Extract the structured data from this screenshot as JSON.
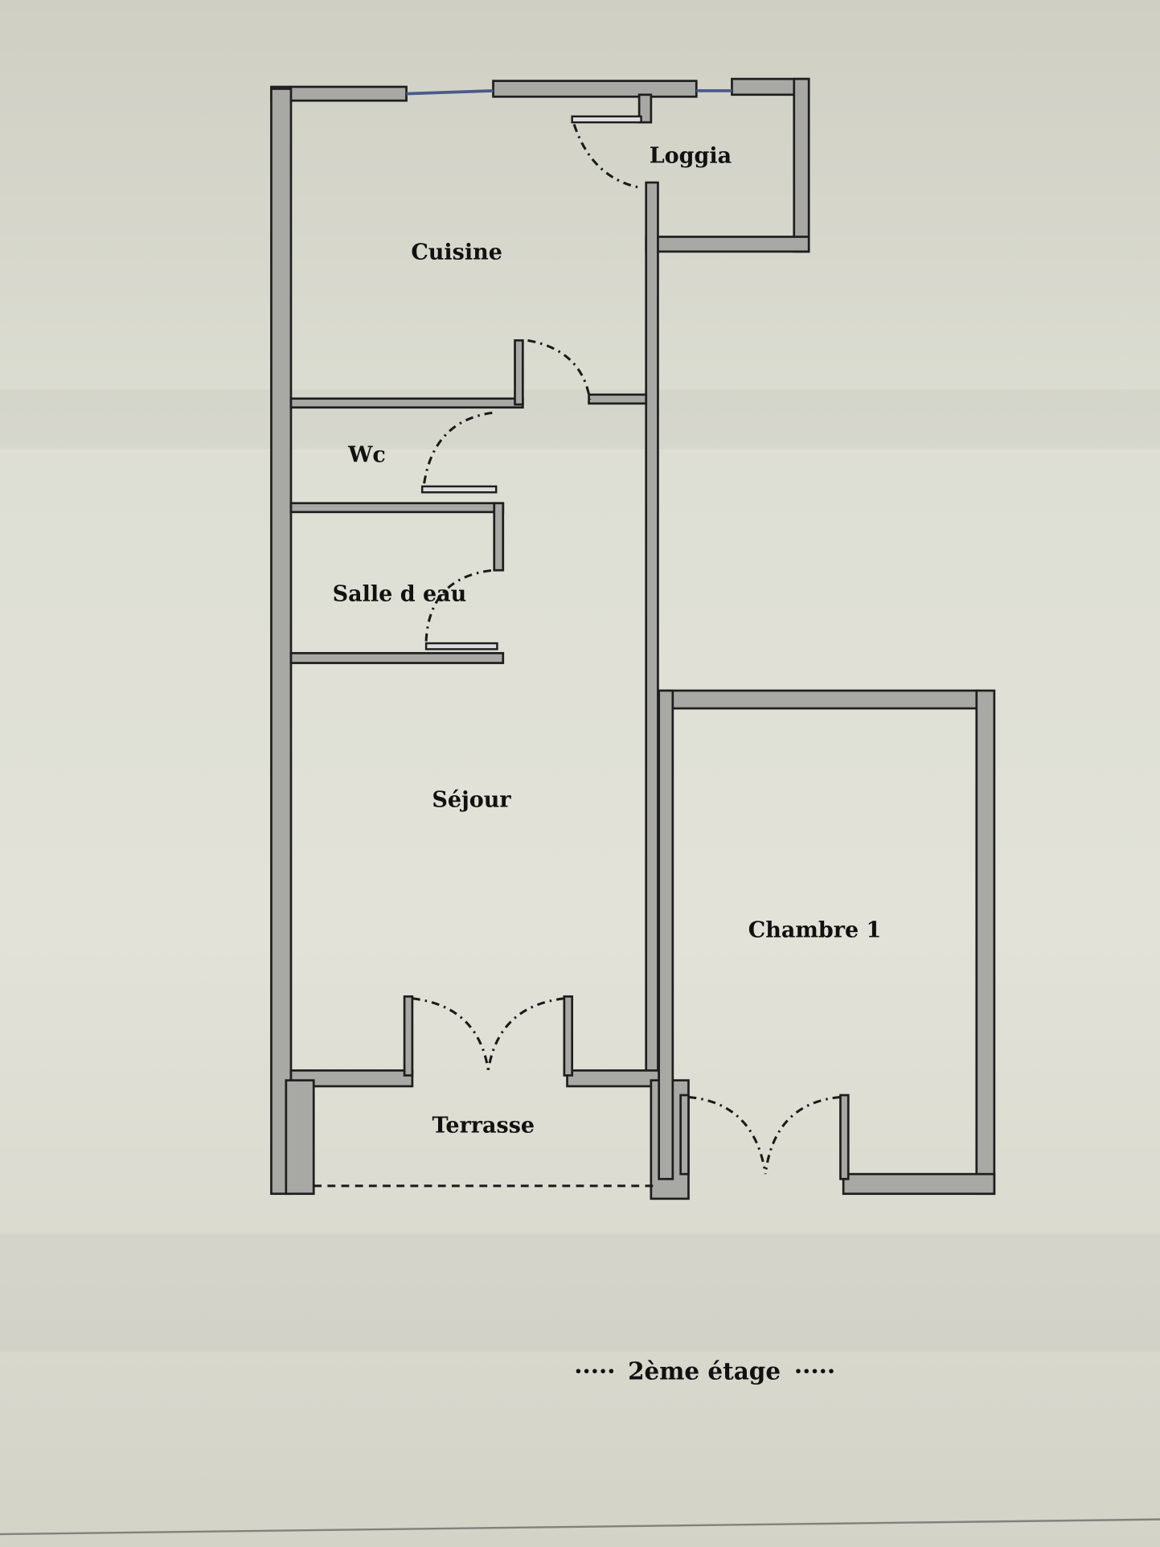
{
  "rooms": {
    "loggia": "Loggia",
    "cuisine": "Cuisine",
    "wc": "Wc",
    "salle_deau": "Salle d eau",
    "sejour": "Séjour",
    "chambre": "Chambre 1",
    "terrasse": "Terrasse"
  },
  "caption": {
    "dots": "·····",
    "floor": "2ème étage"
  },
  "colors": {
    "wall": "#a8a8a4",
    "ink": "#111111",
    "paper": "#e0e0d6"
  }
}
